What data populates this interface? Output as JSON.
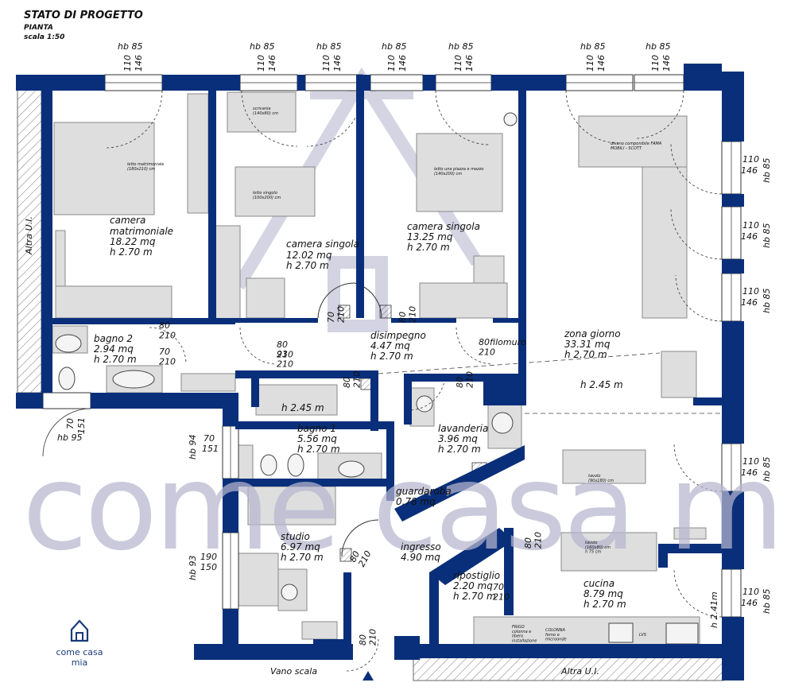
{
  "header": {
    "title": "STATO DI PROGETTO",
    "subtitle": "PIANTA",
    "scale": "scala 1:50"
  },
  "colors": {
    "wall": "#0a2f7a",
    "furniture": "#dedede",
    "watermark": "#b6b6cf"
  },
  "watermark": "come casa mia",
  "logo": {
    "icon": "house-icon",
    "label": "come casa mia"
  },
  "rooms": [
    {
      "name": "camera\nmatrimoniale",
      "area": "18.22 mq",
      "height": "h 2.70 m"
    },
    {
      "name": "camera singola",
      "area": "12.02 mq",
      "height": "h 2.70 m"
    },
    {
      "name": "camera singola",
      "area": "13.25 mq",
      "height": "h 2.70 m"
    },
    {
      "name": "zona giorno",
      "area": "33.31 mq",
      "height": "h 2.70 m"
    },
    {
      "name": "bagno 2",
      "area": "2.94 mq",
      "height": "h 2.70 m"
    },
    {
      "name": "disimpegno",
      "area": "4.47 mq",
      "height": "h 2.70 m"
    },
    {
      "name": "bagno 1",
      "area": "5.56 mq",
      "height": "h 2.70 m"
    },
    {
      "name": "lavanderia",
      "area": "3.96 mq",
      "height": "h 2.70 m"
    },
    {
      "name": "guardaroba",
      "area": "0.78 mq",
      "height": ""
    },
    {
      "name": "studio",
      "area": "6.97 mq",
      "height": "h 2.70 m"
    },
    {
      "name": "ingresso",
      "area": "4.90 mq",
      "height": ""
    },
    {
      "name": "ripostiglio",
      "area": "2.20 mq",
      "height": "h 2.70 m"
    },
    {
      "name": "cucina",
      "area": "8.79 mq",
      "height": "h 2.70 m"
    }
  ],
  "extra_heights": [
    "h 2.45 m",
    "h 2.45 m",
    "h 2.41m"
  ],
  "neighbors": [
    "Altra U.I.",
    "Altra U.I.",
    "Vano scala"
  ],
  "windows": [
    {
      "hb": "hb 85",
      "w": "110",
      "h": "146"
    },
    {
      "hb": "hb 85",
      "w": "110",
      "h": "146"
    },
    {
      "hb": "hb 85",
      "w": "110",
      "h": "146"
    },
    {
      "hb": "hb 85",
      "w": "110",
      "h": "146"
    },
    {
      "hb": "hb 85",
      "w": "110",
      "h": "146"
    },
    {
      "hb": "hb 85",
      "w": "110",
      "h": "146"
    },
    {
      "hb": "hb 85",
      "w": "110",
      "h": "146"
    },
    {
      "hb": "hb 85",
      "w": "110",
      "h": "146"
    },
    {
      "hb": "hb 85",
      "w": "110",
      "h": "146"
    },
    {
      "hb": "hb 85",
      "w": "110",
      "h": "146"
    },
    {
      "hb": "hb 85",
      "w": "110",
      "h": "146"
    },
    {
      "hb": "hb 85",
      "w": "110",
      "h": "146"
    },
    {
      "hb": "hb 95",
      "w": "70",
      "h": "151"
    },
    {
      "hb": "hb 94",
      "w": "70",
      "h": "151"
    },
    {
      "hb": "hb 93",
      "w": "190",
      "h": "150"
    }
  ],
  "doors": [
    "80\n210",
    "80\n210",
    "70\n210",
    "80\n210",
    "80\n210",
    "80\n210",
    "80filomuro\n210",
    "70\n210",
    "80\n210",
    "80\n210",
    "80\n210",
    "70\n210",
    "93\n210"
  ],
  "furniture_labels": [
    "letto matrimoniale\n(180x210) cm",
    "scrivania\n(140x80) cm",
    "letto singolo\n(100x200) cm",
    "letto una piazza e mezzo\n(140x200) cm",
    "divano componibile FAMA\nMOBILI - SCOTT",
    "tavolo\n(90x180) cm",
    "tavolo\n(160x80) cm\nh 75 cm",
    "FRIGO\ncolonna e\nlibero\ninstallazione",
    "COLONNA\nforno e\nmicroonde",
    "LVS"
  ]
}
